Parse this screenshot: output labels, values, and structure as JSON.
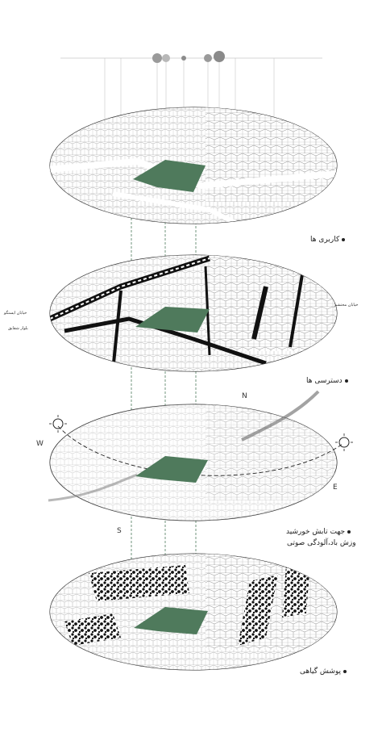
{
  "legend_colors": {
    "green": "#4f7a5c",
    "grey": "#9a9a9a",
    "dark": "#222222"
  },
  "layers": [
    {
      "label": "کاربری ها"
    },
    {
      "label": "دسترسی ها",
      "streets": {
        "left_1": "خیابان ایستگو",
        "left_2": "بلوار شقایق",
        "right": "خیابان محتشم"
      }
    },
    {
      "label": "جهت تابش خورشید",
      "label2": "وزش باد،آلودگی صوتی",
      "compass": {
        "n": "N",
        "w": "W",
        "e": "E",
        "s": "S"
      }
    },
    {
      "label": "پوشش گیاهی"
    }
  ],
  "icons": {
    "sun": "sun-icon",
    "pin": "location-pin-icon",
    "compass": "compass-letter"
  }
}
